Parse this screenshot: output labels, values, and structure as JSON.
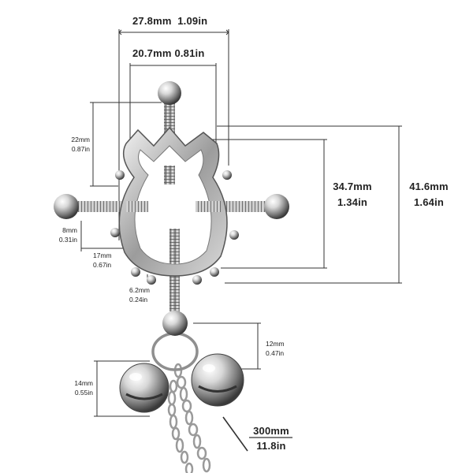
{
  "dimensions": {
    "overall_width": {
      "mm": "27.8mm",
      "in": "1.09in"
    },
    "inner_width": {
      "mm": "20.7mm",
      "in": "0.81in"
    },
    "top_screw": {
      "mm": "22mm",
      "in": "0.87in"
    },
    "ball": {
      "mm": "8mm",
      "in": "0.31in"
    },
    "side_screw": {
      "mm": "17mm",
      "in": "0.67in"
    },
    "screw_diameter": {
      "mm": "6.2mm",
      "in": "0.24in"
    },
    "frame_height": {
      "mm": "34.7mm",
      "in": "1.34in"
    },
    "total_height": {
      "mm": "41.6mm",
      "in": "1.64in"
    },
    "ring": {
      "mm": "12mm",
      "in": "0.47in"
    },
    "bell": {
      "mm": "14mm",
      "in": "0.55in"
    },
    "chain_length": {
      "mm": "300mm",
      "in": "11.8in"
    }
  },
  "colors": {
    "dimension_line": "#333333",
    "metal_light": "#f4f4f4",
    "metal_mid": "#b8b8b8",
    "metal_dark": "#5a5a5a"
  }
}
